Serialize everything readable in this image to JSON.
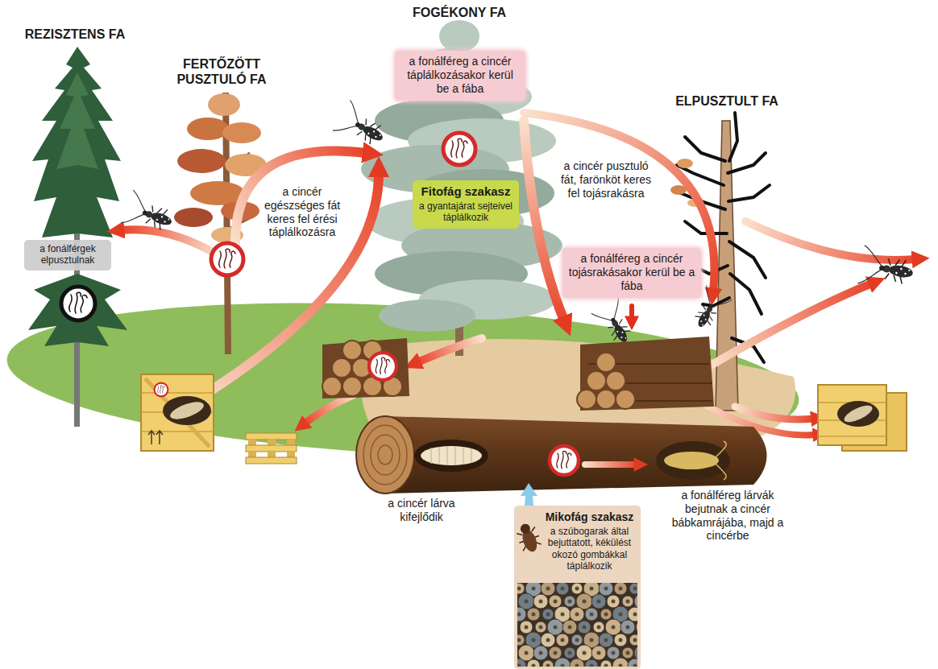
{
  "diagram": {
    "nodes": [
      {
        "text": [
          "a fonálféreg a cincér táplálkozásakor kerül be a fába"
        ]
      },
      {
        "text": [
          "Fitofág szakasz",
          "a gyantajárat sejteivel táplálkozik"
        ]
      },
      {
        "text": [
          "a fonálférgek elpusztulnak"
        ]
      },
      {
        "text": [
          "a fonálféreg a cincér tojásrakásakor kerül be a fába"
        ]
      },
      {
        "text": [
          "Mikofág szakasz",
          "a szúbogarak által bejuttatott, kékülést okozó gombákkal táplálkozik"
        ]
      }
    ],
    "labels": [
      "FOGÉKONY FA",
      "FERTŐZÖTT PUSZTULÓ FA",
      "REZISZTENS FA",
      "ELPUSZTULT FA",
      "a cincér egészséges fát keres fel érési táplálkozásra",
      "a cincér pusztuló fát, farönköt keres fel tojásrakásra",
      "a cincér lárva kifejlődik",
      "a fonálféreg lárvák bejutnak a cincér bábkamrájába, majd a cincérbe"
    ]
  }
}
